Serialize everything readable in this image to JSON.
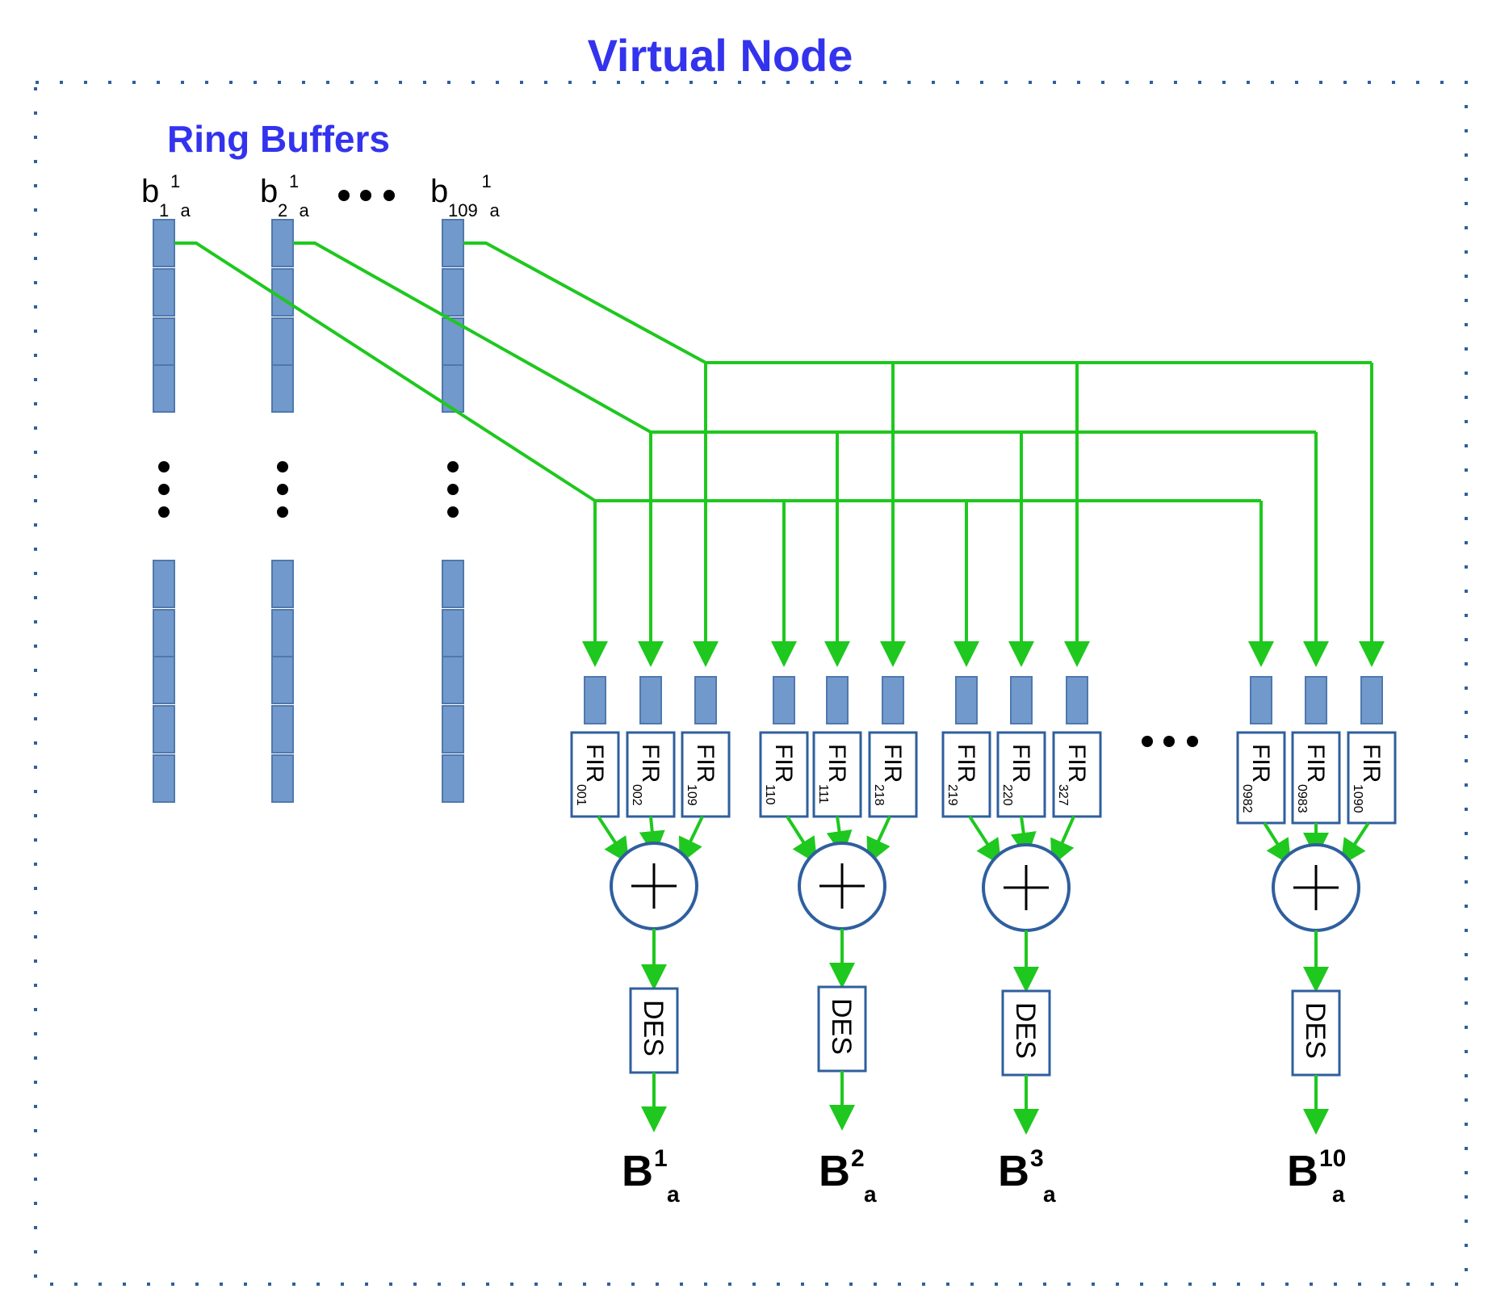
{
  "title": "Virtual Node",
  "subtitle": "Ring Buffers",
  "colors": {
    "title": "#3333ee",
    "border": "#2f5f9e",
    "cell_fill": "#7299cc",
    "cell_stroke": "#4f78ad",
    "wire": "#1ec81e",
    "box_stroke": "#2f5f9e",
    "text": "#000000"
  },
  "buffers": [
    {
      "base": "b",
      "sub": "1",
      "sup": "1",
      "sub2": "a"
    },
    {
      "base": "b",
      "sub": "2",
      "sup": "1",
      "sub2": "a"
    },
    {
      "base": "b",
      "sub": "109",
      "sup": "1",
      "sub2": "a"
    }
  ],
  "groups": [
    {
      "firs": [
        {
          "label": "FIR",
          "sub": "001"
        },
        {
          "label": "FIR",
          "sub": "002"
        },
        {
          "label": "FIR",
          "sub": "109"
        }
      ],
      "des": "DES",
      "output": {
        "base": "B",
        "sup": "1",
        "sub": "a"
      }
    },
    {
      "firs": [
        {
          "label": "FIR",
          "sub": "110"
        },
        {
          "label": "FIR",
          "sub": "111"
        },
        {
          "label": "FIR",
          "sub": "218"
        }
      ],
      "des": "DES",
      "output": {
        "base": "B",
        "sup": "2",
        "sub": "a"
      }
    },
    {
      "firs": [
        {
          "label": "FIR",
          "sub": "219"
        },
        {
          "label": "FIR",
          "sub": "220"
        },
        {
          "label": "FIR",
          "sub": "327"
        }
      ],
      "des": "DES",
      "output": {
        "base": "B",
        "sup": "3",
        "sub": "a"
      }
    },
    {
      "firs": [
        {
          "label": "FIR",
          "sub": "0982"
        },
        {
          "label": "FIR",
          "sub": "0983"
        },
        {
          "label": "FIR",
          "sub": "1090"
        }
      ],
      "des": "DES",
      "output": {
        "base": "B",
        "sup": "10",
        "sub": "a"
      }
    }
  ]
}
